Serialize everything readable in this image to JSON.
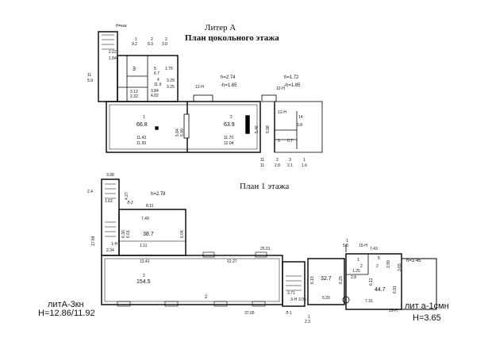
{
  "sheet": {
    "liter": "Литер А",
    "basement_title": "План цокольного этажа",
    "floor1_title": "План 1 этажа",
    "left_note_1": "литА-3кн",
    "left_note_2": "Н=12.86/11.92",
    "right_note_1": "лит а-1смн",
    "right_note_2": "Н=3.65"
  },
  "basement": {
    "heights": {
      "h1": "h=2.74",
      "h1b": "-h=1.65",
      "h2": "h=1.72",
      "h2b": "-h=1.85",
      "nkas": "Н=кас"
    },
    "labels": {
      "door_12n_a": "12-Н",
      "door_12n_b": "12-Н",
      "door_12n_c": "12-Н",
      "stair_left": "11",
      "stair_left_area": "5.9",
      "r1_num": "1",
      "r1_area": "66.8",
      "r1_w": "11.43",
      "r1_w2": "11.93",
      "r1_h": "5.84",
      "r1_d": "5.99",
      "r2_num": "2",
      "r2_area": "63.9",
      "r2_w": "11.70",
      "r2_w2": "12.04",
      "r2_h": "5.46",
      "r2_d": "5.98",
      "r3_num": "3",
      "r4_num": "4",
      "r4_area": "11.9",
      "r4_w": "3.84",
      "r4_w2": "4.02",
      "r5_num": "5",
      "r5_area": "6.7",
      "r6_num": "3",
      "small_a": "1.75",
      "small_b": "2.22",
      "small_c": "1.84",
      "small_d": "3.12",
      "small_e": "2.32",
      "small_f": "3.29",
      "small_g": "3.25",
      "top_1": "1",
      "top_1v": "9.2",
      "top_2": "2",
      "top_2v": "8.3",
      "top_3": "2",
      "top_3v": "3.0",
      "bottom_1": "11",
      "bottom_1v": "11",
      "bottom_2": "2",
      "bottom_2v": "2.8",
      "bottom_3": "3",
      "bottom_3v": "2.1",
      "bottom_4": "1",
      "bottom_4v": "1.6",
      "right_14": "14",
      "right_38": "3.8",
      "right_3": "3",
      "right_3v": "0.7"
    }
  },
  "floor1": {
    "heights": {
      "h1": "h=2.78",
      "h2": "h=3.45"
    },
    "labels": {
      "l2": "Л-2",
      "l1": "Л-1",
      "n1": "1-Н",
      "n3": "3-Н",
      "n15": "15-Н",
      "n15b": "15-Н",
      "dim_398": "3.98",
      "dim_2_4": "2.4",
      "dim_1_62": "1.62",
      "dim_4_27": "4.27",
      "dim_8_11": "8.11",
      "dim_7_49": "7.49",
      "r3_area": "38.7",
      "r3_h": "6.04",
      "r3_d": "6.30",
      "r3_w": "6.01",
      "dim_1_11": "1.11",
      "dim_12_41": "12.41",
      "dim_12_27": "12.27",
      "dim_25_01": "25.01",
      "dim_17_84": "17.84",
      "dim_2_34": "2.34",
      "hall_num": "2",
      "hall_area": "154.5",
      "hall_2": "2",
      "dim_37_05": "37.05",
      "dim_5_5": "5.5",
      "dim_5_5n": "1",
      "dim_7_43": "7.43",
      "r32_area": "32.7",
      "r32_w": "5.20",
      "r32_h": "6.19",
      "r32_d": "6.29",
      "r44_area": "44.7",
      "r44_w": "7.31",
      "r44_h": "6.91",
      "r44_d": "6.11",
      "dim_3_99": "3.99",
      "dim_2_8": "2.8",
      "dim_2_3": "2.3",
      "dim_2_3n": "1",
      "dim_1_25": "1.25",
      "dim_3_65": "3.65",
      "dim_3_71": "3.71",
      "dim_3_05": "3.05",
      "small_1": "1",
      "small_2": "2",
      "small_3": "2",
      "small_4": "5"
    }
  }
}
